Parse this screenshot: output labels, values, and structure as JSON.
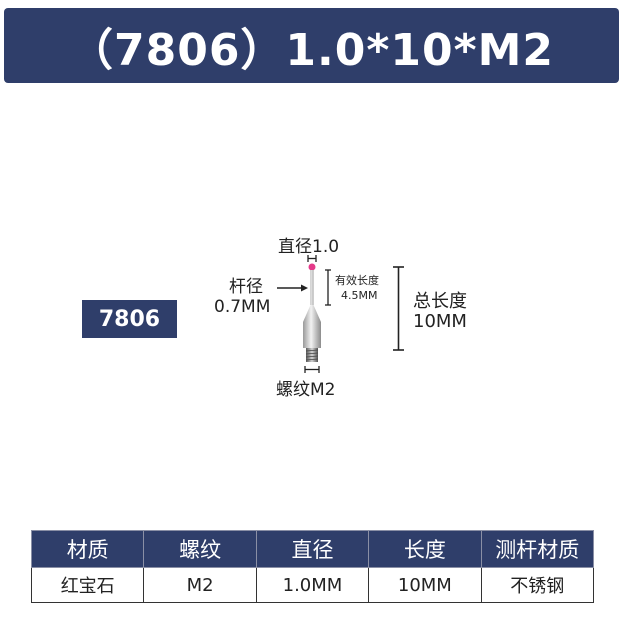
{
  "title": "（7806）1.0*10*M2",
  "model_badge": "7806",
  "diagram": {
    "diameter_label": "直径1.0",
    "shank_label_line1": "杆径",
    "shank_label_line2": "0.7MM",
    "effective_length_line1": "有效长度",
    "effective_length_line2": "4.5MM",
    "total_length_line1": "总长度",
    "total_length_line2": "10MM",
    "thread_label": "螺纹M2",
    "ball_color": "#e53a8a"
  },
  "spec_table": {
    "headers": [
      "材质",
      "螺纹",
      "直径",
      "长度",
      "测杆材质"
    ],
    "rows": [
      [
        "红宝石",
        "M2",
        "1.0MM",
        "10MM",
        "不锈钢"
      ]
    ]
  },
  "colors": {
    "header_bg": "#2f3e6a",
    "header_text": "#ffffff"
  }
}
